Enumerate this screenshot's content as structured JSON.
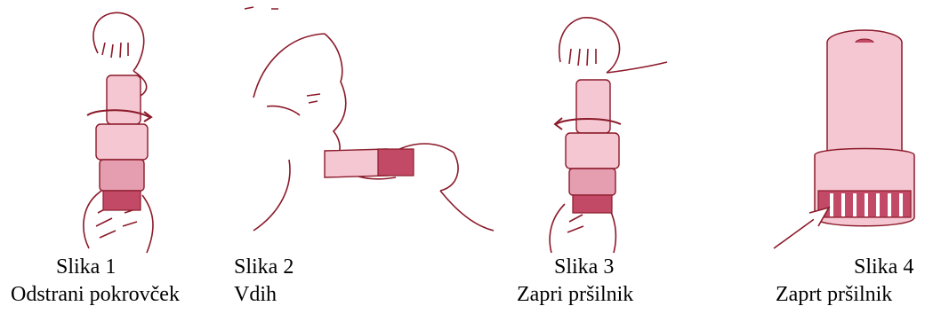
{
  "figures": [
    {
      "icon": "inhaler-uncap-hands",
      "caption_title": "Slika 1",
      "caption_text": "Odstrani pokrovček"
    },
    {
      "icon": "person-inhale-profile",
      "caption_title": "Slika 2",
      "caption_text": "Vdih"
    },
    {
      "icon": "inhaler-close-hands",
      "caption_title": "Slika 3",
      "caption_text": "Zapri pršilnik"
    },
    {
      "icon": "inhaler-closed-arrow",
      "caption_title": "Slika 4",
      "caption_text": "Zaprt pršilnik"
    }
  ],
  "colors": {
    "line": "#8b1a2a",
    "body": "#f4c7d2",
    "shade": "#e59db0",
    "dark": "#c24a66"
  }
}
